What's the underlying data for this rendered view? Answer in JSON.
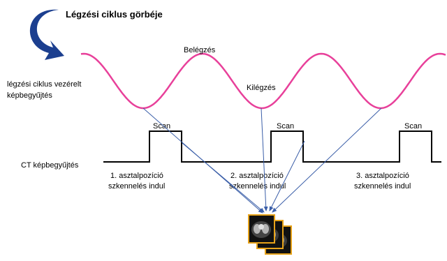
{
  "title": "Légzési ciklus görbéje",
  "labels": {
    "inhale": "Belégzés",
    "exhale": "Kilégzés",
    "gated_acquisition_line1": "légzési ciklus vezérelt",
    "gated_acquisition_line2": "képbegyűjtés",
    "ct_acquisition": "CT képbegyűjtés",
    "scan": "Scan"
  },
  "positions": [
    {
      "line1": "1. asztalpozíció",
      "line2": "szkennelés indul"
    },
    {
      "line1": "2. asztalpozíció",
      "line2": "szkennelés indul"
    },
    {
      "line1": "3. asztalpozíció",
      "line2": "szkennelés indul"
    }
  ],
  "colors": {
    "breathing_curve": "#e8409a",
    "arrows": "#3a5ea8",
    "title_arrow": "#1c3f8f",
    "scan_signal": "#000000",
    "image_frame": "#e6a21a"
  },
  "icons": {
    "title_arrow": "curved-arrow-icon",
    "ct_images": "ct-image-stack-icon"
  }
}
